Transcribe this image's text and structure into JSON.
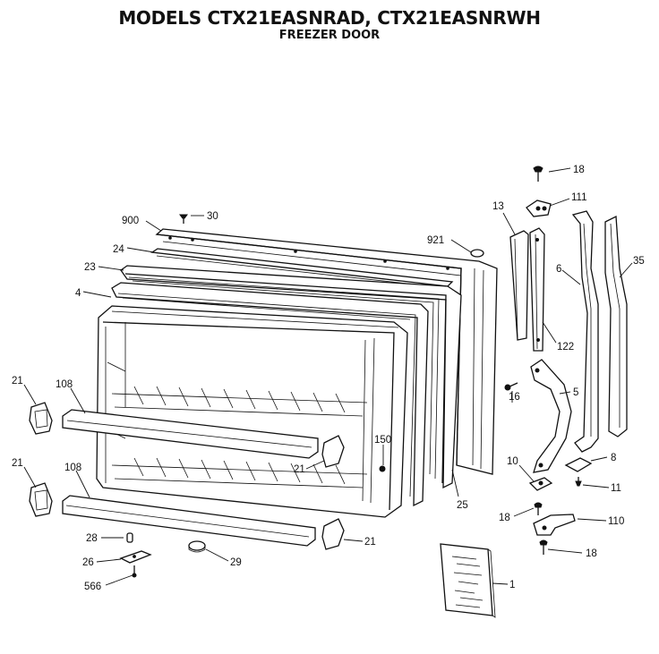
{
  "header": {
    "title": "MODELS CTX21EASNRAD, CTX21EASNRWH",
    "subtitle": "FREEZER DOOR"
  },
  "callouts": {
    "p18a": "18",
    "p111": "111",
    "p13": "13",
    "p900": "900",
    "p30": "30",
    "p921": "921",
    "p24": "24",
    "p23": "23",
    "p6": "6",
    "p35": "35",
    "p4": "4",
    "p122": "122",
    "p21a": "21",
    "p108a": "108",
    "p16": "16",
    "p5": "5",
    "p150": "150",
    "p21b": "21",
    "p21c": "21",
    "p108b": "108",
    "p10": "10",
    "p8": "8",
    "p11": "11",
    "p25": "25",
    "p18b": "18",
    "p110": "110",
    "p28": "28",
    "p21d": "21",
    "p26": "26",
    "p29": "29",
    "p18c": "18",
    "p566": "566",
    "p1": "1"
  }
}
